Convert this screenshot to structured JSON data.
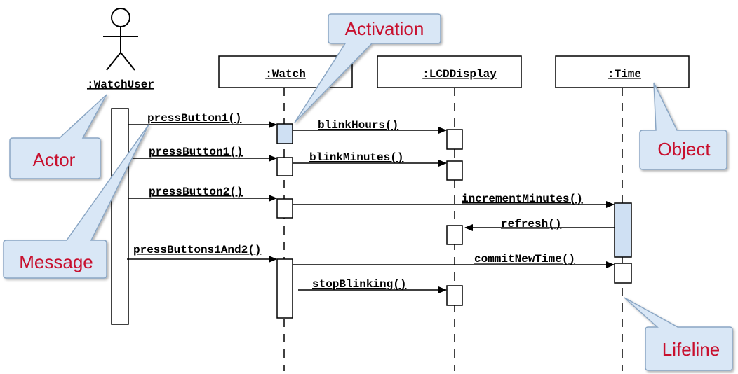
{
  "diagram": {
    "actor": {
      "label": ":WatchUser"
    },
    "objects": {
      "watch": ":Watch",
      "lcd": ":LCDDisplay",
      "time": ":Time"
    },
    "messages": {
      "m1": "pressButton1()",
      "m2": "blinkHours()",
      "m3": "pressButton1()",
      "m4": "blinkMinutes()",
      "m5": "pressButton2()",
      "m6": "incrementMinutes()",
      "m7": "refresh()",
      "m8": "pressButtons1And2()",
      "m9": "commitNewTime()",
      "m10": "stopBlinking()"
    },
    "callouts": {
      "activation": "Activation",
      "actor": "Actor",
      "message": "Message",
      "object": "Object",
      "lifeline": "Lifeline"
    },
    "colors": {
      "callout_fill": "#d9e7f6",
      "callout_stroke": "#8aa6c4",
      "callout_text": "#c8102e",
      "activation_fill": "#cfe0f3"
    }
  }
}
